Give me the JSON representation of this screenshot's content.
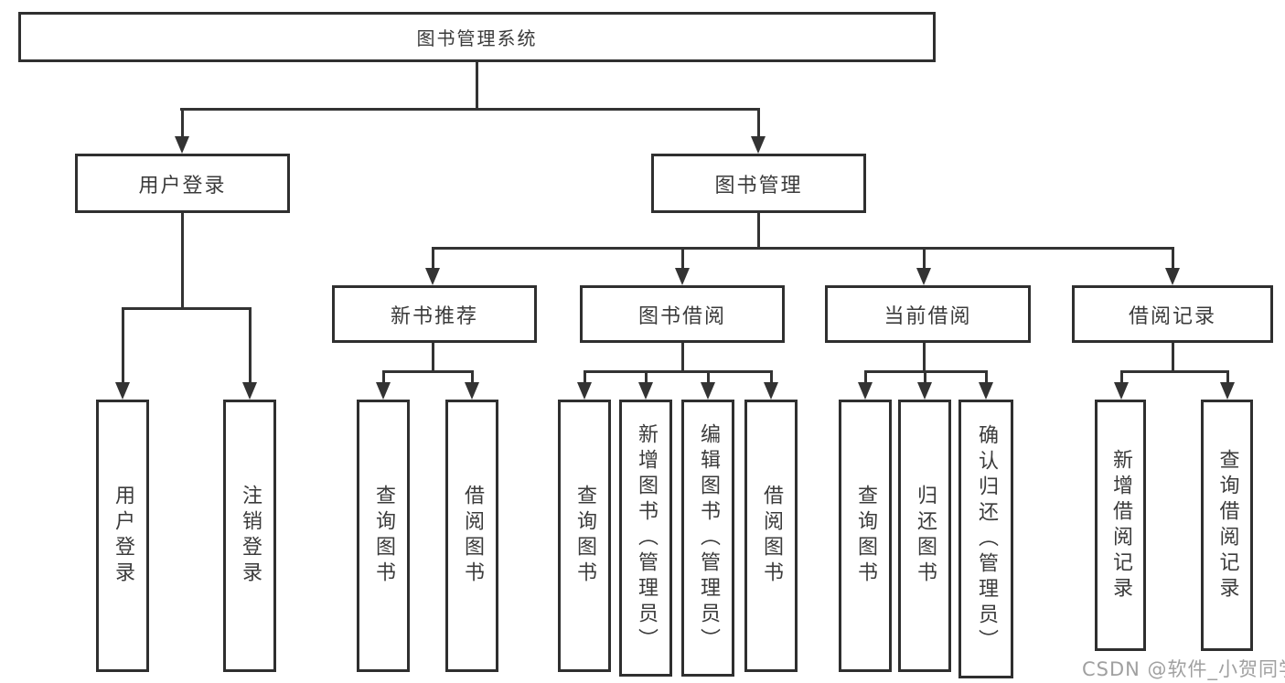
{
  "diagram": {
    "root": "图书管理系统",
    "user_login": "用户登录",
    "book_management": "图书管理",
    "user_login_children": {
      "login": "用户登录",
      "logout": "注销登录"
    },
    "new_book": "新书推荐",
    "book_borrow": "图书借阅",
    "current_borrow": "当前借阅",
    "borrow_record": "借阅记录",
    "new_book_children": {
      "query_books": "查询图书",
      "borrow_books": "借阅图书"
    },
    "book_borrow_children": {
      "query_books": "查询图书",
      "add_books_admin": "新增图书（管理员）",
      "edit_books_admin": "编辑图书（管理员）",
      "borrow_books": "借阅图书"
    },
    "current_borrow_children": {
      "query_books": "查询图书",
      "return_books": "归还图书",
      "confirm_return_admin": "确认归还（管理员）"
    },
    "borrow_record_children": {
      "add_record": "新增借阅记录",
      "query_record": "查询借阅记录"
    }
  },
  "watermark": {
    "text": "CSDN @软件_小贺同学"
  },
  "colors": {
    "line": "#333333",
    "box_border": "#2f2f2f",
    "text": "#3b3b3b",
    "background": "#ffffff",
    "watermark": "#a0a0a0"
  }
}
